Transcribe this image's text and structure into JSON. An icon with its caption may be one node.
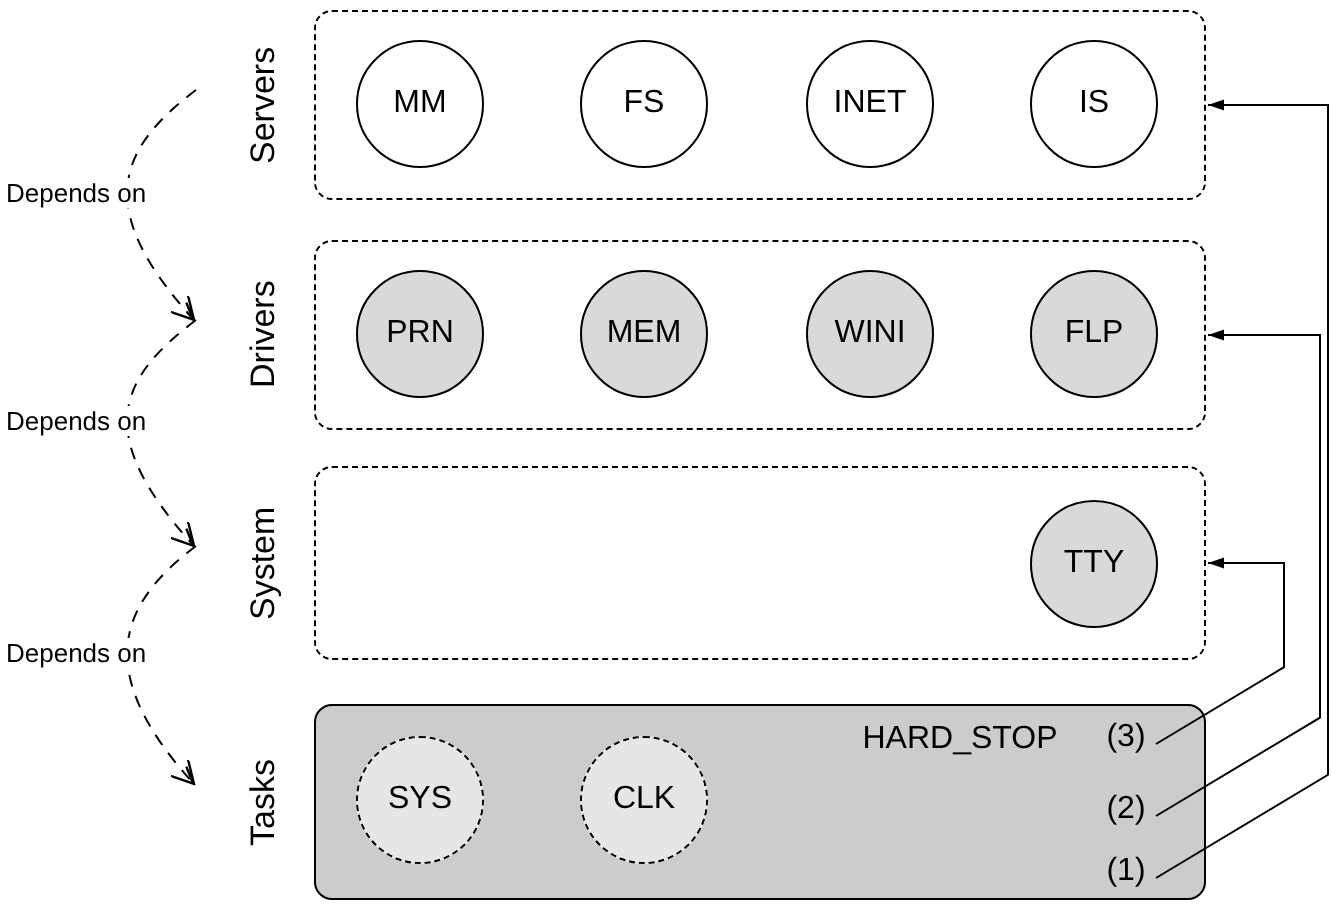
{
  "diagram": {
    "nodes": [
      {
        "text": [
          "Servers"
        ]
      },
      {
        "text": [
          "MM"
        ],
        "in": 0
      },
      {
        "text": [
          "FS"
        ],
        "in": 0
      },
      {
        "text": [
          "INET"
        ],
        "in": 0
      },
      {
        "text": [
          "IS"
        ],
        "in": 0
      },
      {
        "text": [
          "Drivers"
        ]
      },
      {
        "text": [
          "PRN"
        ],
        "in": 5
      },
      {
        "text": [
          "MEM"
        ],
        "in": 5
      },
      {
        "text": [
          "WINI"
        ],
        "in": 5
      },
      {
        "text": [
          "FLP"
        ],
        "in": 5
      },
      {
        "text": [
          "System"
        ]
      },
      {
        "text": [
          "TTY"
        ],
        "in": 10
      },
      {
        "text": [
          "Tasks"
        ]
      },
      {
        "text": [
          "SYS"
        ],
        "in": 12
      },
      {
        "text": [
          "CLK"
        ],
        "in": 12
      },
      {
        "text": [
          "HARD_STOP"
        ],
        "in": 12
      },
      {
        "text": [
          "(3)"
        ],
        "in": 12
      },
      {
        "text": [
          "(2)"
        ],
        "in": 12
      },
      {
        "text": [
          "(1)"
        ],
        "in": 12
      }
    ],
    "edges": [
      {
        "from": 0,
        "to": 5,
        "arrow": "to",
        "label": "Depends on",
        "style": "dashed"
      },
      {
        "from": 5,
        "to": 10,
        "arrow": "to",
        "label": "Depends on",
        "style": "dashed"
      },
      {
        "from": 10,
        "to": 12,
        "arrow": "to",
        "label": "Depends on",
        "style": "dashed"
      },
      {
        "from": 16,
        "to": 10,
        "arrow": "to"
      },
      {
        "from": 17,
        "to": 5,
        "arrow": "to"
      },
      {
        "from": 18,
        "to": 0,
        "arrow": "to"
      }
    ]
  }
}
